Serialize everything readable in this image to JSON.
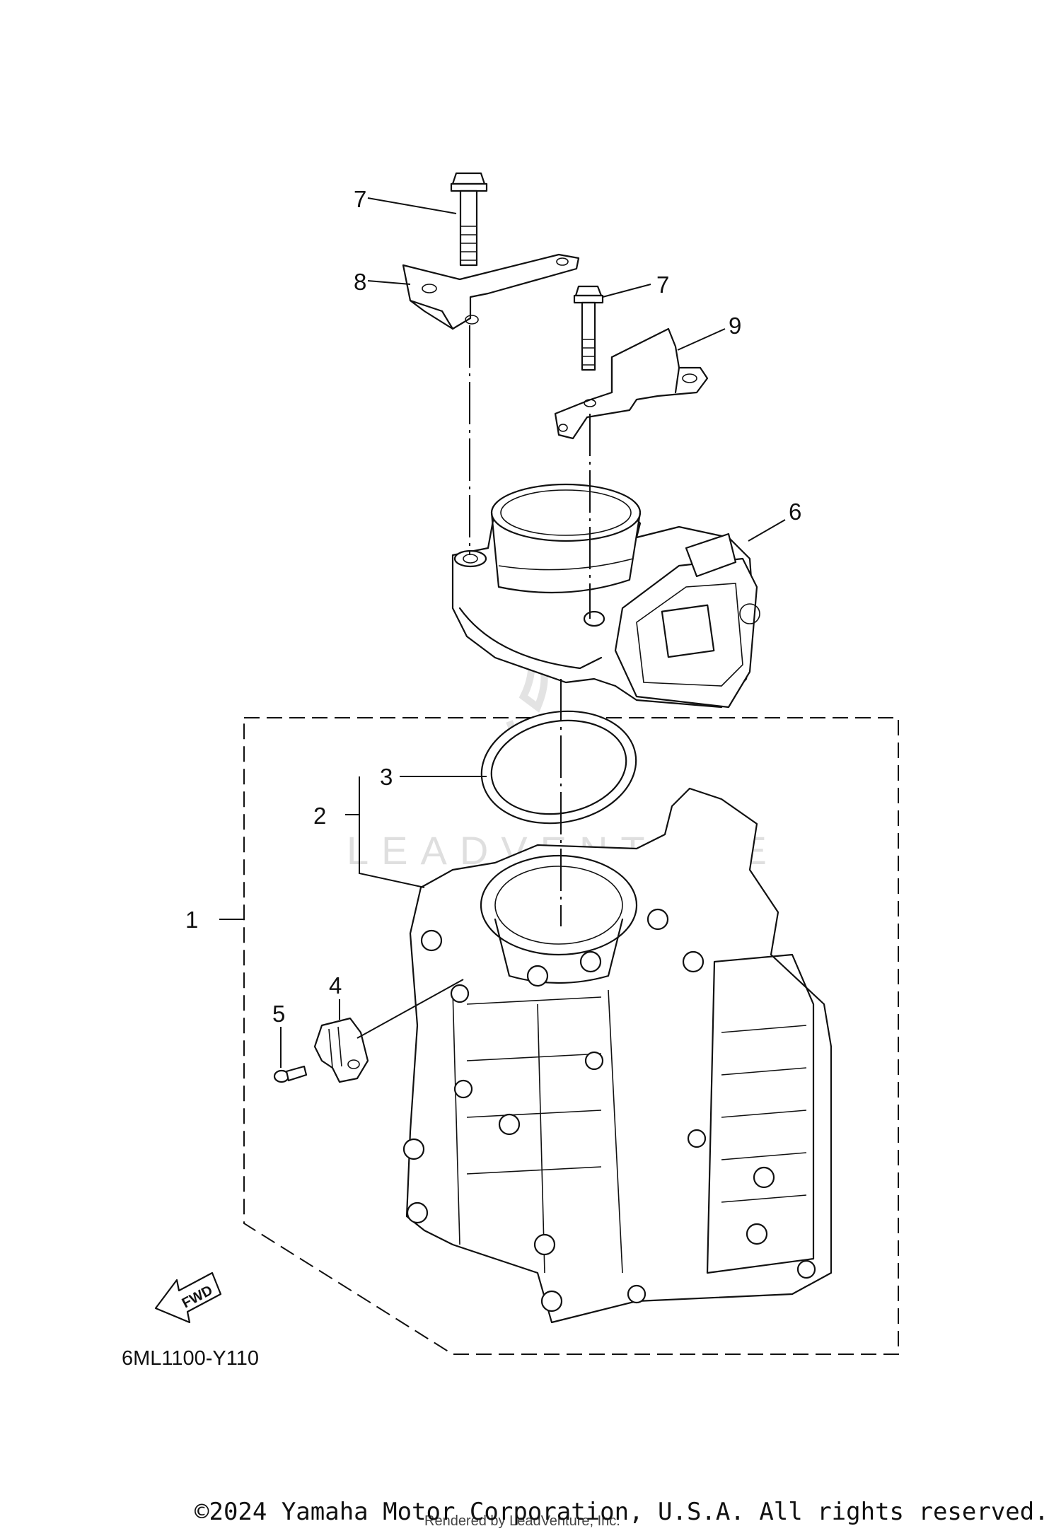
{
  "diagram": {
    "callouts": {
      "c1": "1",
      "c2": "2",
      "c3": "3",
      "c4": "4",
      "c5": "5",
      "c6": "6",
      "c7a": "7",
      "c7b": "7",
      "c8": "8",
      "c9": "9"
    },
    "fwd_label": "FWD",
    "diagram_code": "6ML1100-Y110",
    "watermark": "LEADVENTURE"
  },
  "footer": {
    "copyright": "©2024 Yamaha Motor Corporation, U.S.A. All rights reserved.",
    "rendered_by": "Rendered by LeadVenture, Inc."
  }
}
